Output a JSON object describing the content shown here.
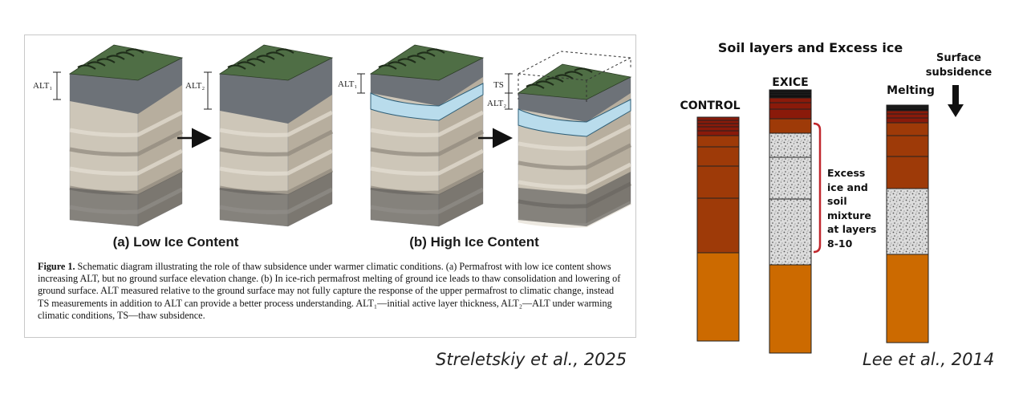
{
  "left_figure": {
    "panels": [
      {
        "label": "(a) Low Ice Content",
        "blocks": [
          {
            "labels": [
              "ALT₁"
            ]
          },
          {
            "labels": [
              "ALT₂"
            ]
          }
        ]
      },
      {
        "label": "(b) High Ice Content",
        "blocks": [
          {
            "labels": [
              "ALT₁"
            ]
          },
          {
            "labels": [
              "TS",
              "ALT₂"
            ]
          }
        ]
      }
    ],
    "caption_bold": "Figure 1.",
    "caption_text": " Schematic diagram illustrating the role of thaw subsidence under warmer climatic conditions. (a) Permafrost with low ice content shows increasing ALT, but no ground surface elevation change. (b) In ice-rich permafrost melting of ground ice leads to thaw consolidation and lowering of ground surface. ALT measured relative to the ground surface may not fully capture the response of the upper permafrost to climatic change, instead TS measurements in addition to ALT can provide a better process understanding. ALT₁—initial active layer thickness, ALT₂—ALT under warming climatic conditions, TS—thaw subsidence.",
    "citation": "Streletskiy et al., 2025"
  },
  "right_figure": {
    "title": "Soil layers and Excess ice",
    "columns": [
      {
        "label": "CONTROL"
      },
      {
        "label": "EXICE"
      },
      {
        "label": "Melting"
      }
    ],
    "subsidence_label": "Surface subsidence",
    "excess_label": "Excess ice and soil mixture at layers 8-10",
    "citation": "Lee et al., 2014"
  },
  "colors": {
    "grass": "#4f6e45",
    "active_layer": "#6d7278",
    "permafrost": "#cdc6b8",
    "ice": "#b9dcec",
    "dark_soil": "#7a1a0a",
    "brown_soil": "#9e3a08",
    "orange_soil": "#cc6a00",
    "ice_mixture": "#d9d9d9",
    "bracket": "#c0272d"
  }
}
